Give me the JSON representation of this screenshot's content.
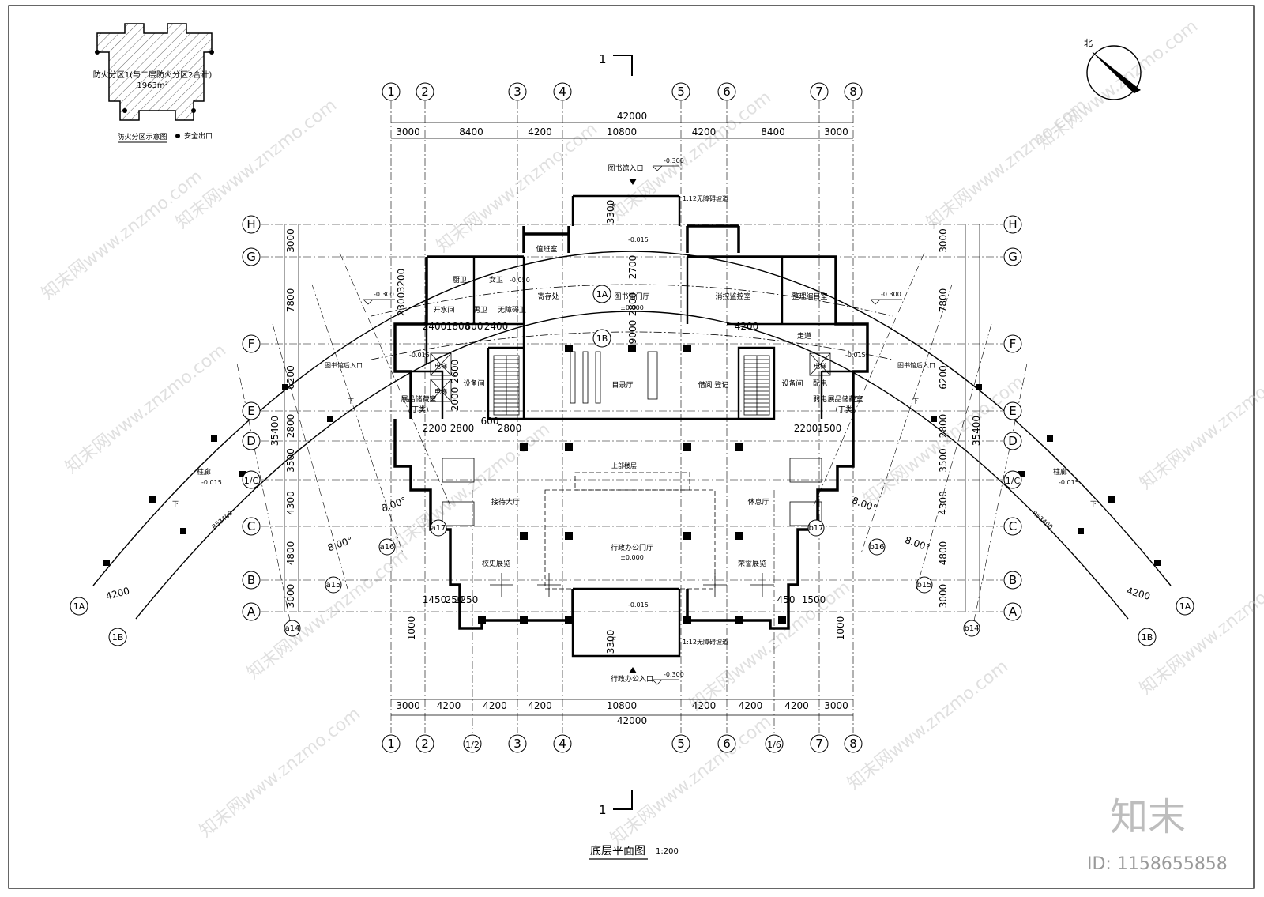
{
  "drawing": {
    "title": "底层平面图",
    "scale": "1:200",
    "section_mark": "1",
    "north_label": "北"
  },
  "keyplan": {
    "zone_label": "防火分区1(与二层防火分区2合计)",
    "area": "1963m²",
    "caption": "防火分区示意图",
    "legend": "安全出口"
  },
  "grid_axes": {
    "top": [
      "1",
      "2",
      "3",
      "4",
      "5",
      "6",
      "7",
      "8"
    ],
    "bottom": [
      "1",
      "2",
      "1/2",
      "3",
      "4",
      "5",
      "6",
      "1/6",
      "7",
      "8"
    ],
    "rows": [
      "H",
      "G",
      "F",
      "E",
      "D",
      "1/C",
      "C",
      "B",
      "A"
    ]
  },
  "dims": {
    "overall": "42000",
    "top_segments": [
      "3000",
      "8400",
      "4200",
      "10800",
      "4200",
      "8400",
      "3000"
    ],
    "bottom_segments": [
      "3000",
      "4200",
      "4200",
      "4200",
      "10800",
      "4200",
      "4200",
      "4200",
      "3000"
    ],
    "side_total": "35400",
    "side_segments": [
      "3000",
      "7800",
      "6200",
      "2800",
      "3500",
      "4300",
      "4800",
      "3000"
    ],
    "canopy": "3300",
    "canopy_bottom": "3300",
    "step": "1000",
    "arc_width": "4200",
    "angle": "8.00°",
    "radius": "R53400",
    "inner": [
      "3200",
      "2300",
      "2400",
      "1800",
      "800",
      "2400",
      "2700",
      "2800",
      "9000",
      "4200",
      "2600",
      "2000",
      "2200",
      "2800",
      "600",
      "2800",
      "2200",
      "1500",
      "1450",
      "250",
      "1250",
      "450",
      "1500"
    ]
  },
  "curve_labels": {
    "left_top": "1A",
    "left_bottom": "1B",
    "right_top": "1A",
    "right_bottom": "1B",
    "plan_a": "1A",
    "plan_b": "1B",
    "left_axes": [
      "a14",
      "a15",
      "a16",
      "a17"
    ],
    "right_axes": [
      "b14",
      "b15",
      "b16",
      "b17"
    ]
  },
  "rooms": {
    "duty": "值班室",
    "kitchen": "厨卫",
    "female_wc": "女卫",
    "male_wc": "男卫",
    "accessible_wc": "无障碍卫",
    "boiler": "开水间",
    "storage": "寄存处",
    "lib_hall": "图书馆门厅",
    "lib_hall_lvl": "±0.000",
    "control": "消控监控室",
    "cataloging": "整理编目室",
    "corridor": "走道",
    "catalog": "目录厅",
    "lending": "借阅 登记",
    "exhibit_store_l": "展品储藏室",
    "exhibit_store_r": "展品储藏室",
    "class_c": "(丁类)",
    "equipment": "设备间",
    "distribution": "配电",
    "weak": "弱电",
    "elevator": "电梯",
    "reception": "接待大厅",
    "lounge": "休息厅",
    "office_hall": "行政办公门厅",
    "office_lvl": "±0.000",
    "campus_history": "校史展览",
    "honor": "荣誉展览",
    "upper_void": "上部楼层",
    "arcade_l": "柱廊",
    "arcade_r": "柱廊"
  },
  "entrances": {
    "library": "图书馆入口",
    "office": "行政办公入口",
    "ramp": "1:12无障碍坡道",
    "ramp_bottom": "1:12无障碍坡道",
    "lib_back_l": "图书馆后入口",
    "lib_back_r": "图书馆后入口",
    "down": "下"
  },
  "levels": {
    "lib_entry": "-0.300",
    "office_entry": "-0.300",
    "canopy_top": "-0.015",
    "canopy_bottom": "-0.015",
    "wc": "-0.050",
    "side_l": "-0.300",
    "side_r": "-0.300",
    "back_l": "-0.015",
    "back_r": "-0.015",
    "arcade_l": "-0.015",
    "arcade_r": "-0.015"
  },
  "watermark": {
    "text": "知末网www.znzmo.com",
    "brand": "知末",
    "id": "ID: 1158655858"
  }
}
